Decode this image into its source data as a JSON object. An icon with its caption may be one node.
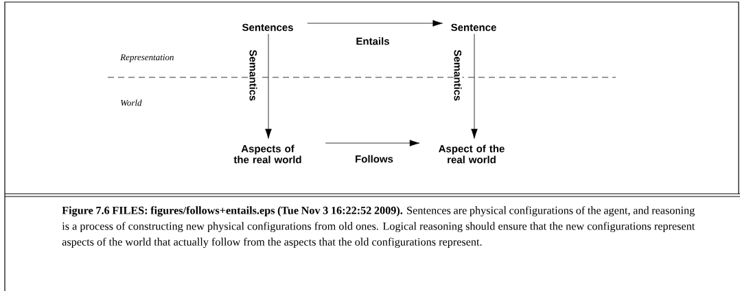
{
  "diagram": {
    "nodes": [
      {
        "text": [
          "Sentences"
        ]
      },
      {
        "text": [
          "Sentence"
        ]
      },
      {
        "text": [
          "Aspects of the real world"
        ]
      },
      {
        "text": [
          "Aspect of the real world"
        ]
      }
    ],
    "edges": [
      {
        "from": 0,
        "to": 1,
        "arrow": "to",
        "label": "Entails"
      },
      {
        "from": 0,
        "to": 2,
        "arrow": "to",
        "label": "Semantics"
      },
      {
        "from": 1,
        "to": 3,
        "arrow": "to",
        "label": "Semantics"
      },
      {
        "from": 2,
        "to": 3,
        "arrow": "to",
        "label": "Follows"
      }
    ],
    "labels": [
      "Representation",
      "World"
    ],
    "caption": "**Figure 7.6 FILES: figures/follows+entails.eps (Tue Nov 3 16:22:52 2009).** Sentences are physical configurations of the agent, and reasoning is a process of constructing new physical configurations from old ones. Logical reasoning should ensure that the new configurations represent aspects of the world that actually follow from the aspects that the old configurations represent."
  }
}
